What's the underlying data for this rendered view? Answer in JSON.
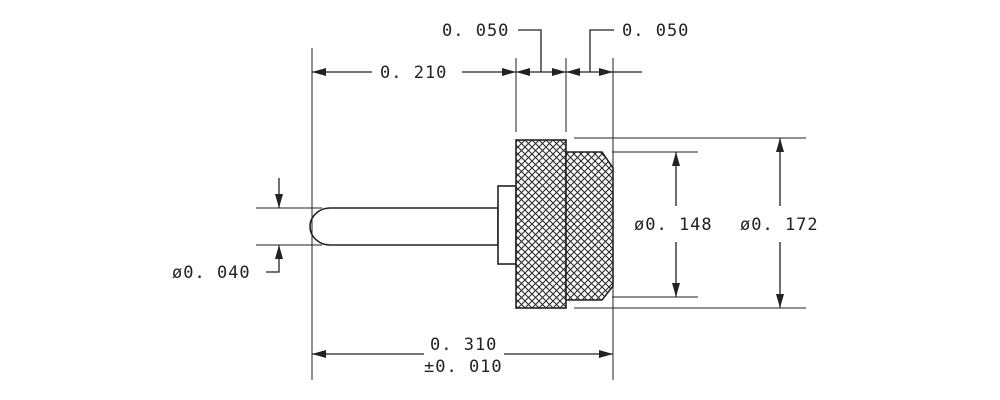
{
  "drawing": {
    "dimensions": {
      "left_width": "0. 050",
      "right_width": "0. 050",
      "length_to_head": "0. 210",
      "dia_inner": "ø0. 148",
      "dia_outer": "ø0. 172",
      "dia_pin": "ø0. 040",
      "overall_length": "0. 310",
      "tolerance": "±0. 010"
    },
    "colors": {
      "ink": "#222222",
      "background": "#ffffff"
    }
  }
}
